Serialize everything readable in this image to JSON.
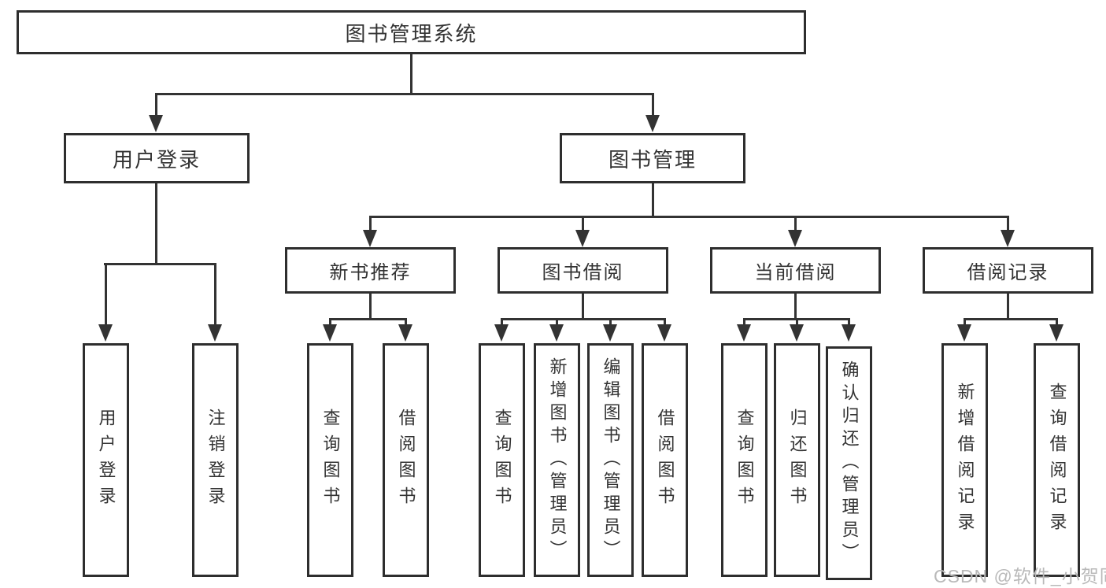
{
  "tree": {
    "root": {
      "label": "图书管理系统"
    },
    "branches": [
      {
        "label": "用户登录",
        "leaves": [
          {
            "label": "用户登录"
          },
          {
            "label": "注销登录"
          }
        ]
      },
      {
        "label": "图书管理",
        "groups": [
          {
            "label": "新书推荐",
            "leaves": [
              {
                "label": "查询图书"
              },
              {
                "label": "借阅图书"
              }
            ]
          },
          {
            "label": "图书借阅",
            "leaves": [
              {
                "label": "查询图书"
              },
              {
                "label": "新增图书（管理员）"
              },
              {
                "label": "编辑图书（管理员）"
              },
              {
                "label": "借阅图书"
              }
            ]
          },
          {
            "label": "当前借阅",
            "leaves": [
              {
                "label": "查询图书"
              },
              {
                "label": "归还图书"
              },
              {
                "label": "确认归还（管理员）"
              }
            ]
          },
          {
            "label": "借阅记录",
            "leaves": [
              {
                "label": "新增借阅记录"
              },
              {
                "label": "查询借阅记录"
              }
            ]
          }
        ]
      }
    ]
  },
  "watermark": {
    "text": "CSDN @软件_小贺同学"
  },
  "colors": {
    "line": "#333333",
    "border": "#2e2e2e",
    "text": "#333333",
    "watermark": "#b9b9b9",
    "background": "#ffffff"
  }
}
